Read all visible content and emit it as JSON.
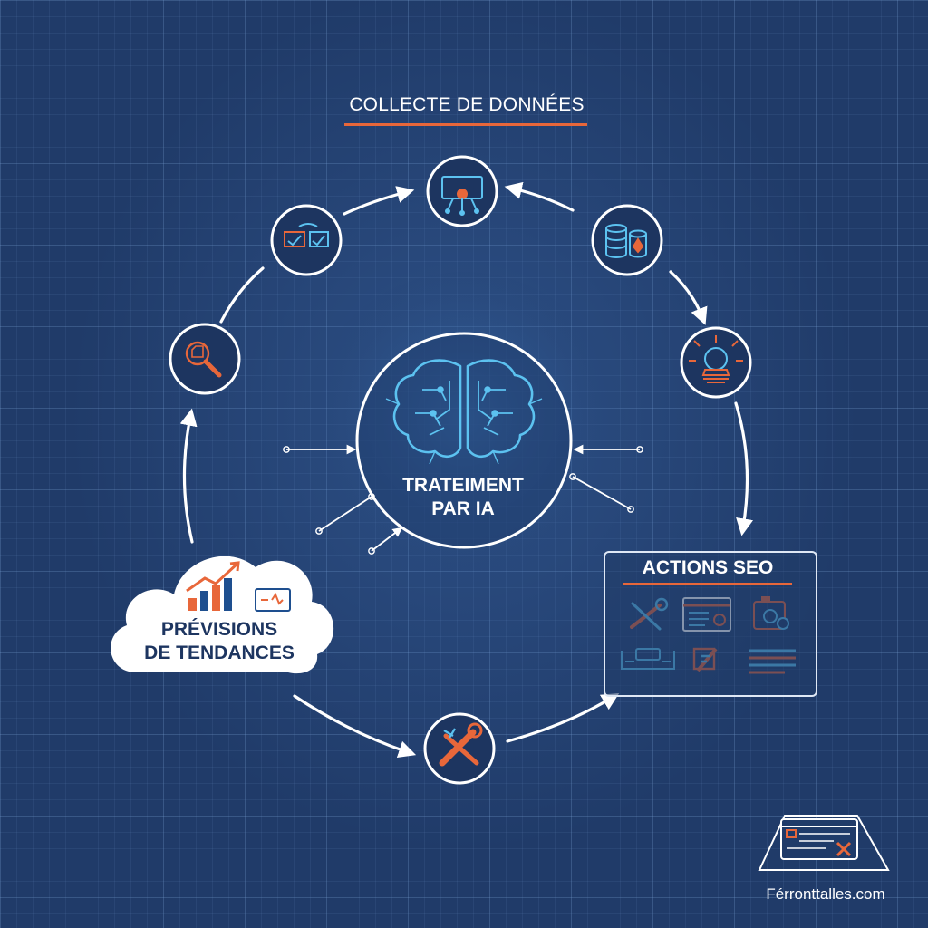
{
  "labels": {
    "collect": "COLLECTE DE DONNÉES",
    "center_line1": "TRATEIMENT",
    "center_line2": "PAR IA",
    "forecast_line1": "PRÉVISIONS",
    "forecast_line2": "DE TENDANCES",
    "actions": "ACTIONS SEO",
    "brand": "Férronttalles.com"
  },
  "colors": {
    "background": "#203b69",
    "accent": "#e8673a",
    "icon_blue": "#4fb6e8",
    "line": "#ffffff"
  },
  "nodes": [
    {
      "name": "data-collection-node",
      "icon": "monitor-network-icon"
    },
    {
      "name": "database-node",
      "icon": "database-icon"
    },
    {
      "name": "insight-node",
      "icon": "lightbulb-icon"
    },
    {
      "name": "analysis-node",
      "icon": "magnifier-icon"
    },
    {
      "name": "tracking-node",
      "icon": "checkmark-screens-icon"
    },
    {
      "name": "tools-node",
      "icon": "wrench-icon"
    }
  ],
  "actions_icons": [
    "tools-icon",
    "browser-audit-icon",
    "camera-icon",
    "hardware-icon",
    "link-edit-icon",
    "text-lines-icon"
  ]
}
